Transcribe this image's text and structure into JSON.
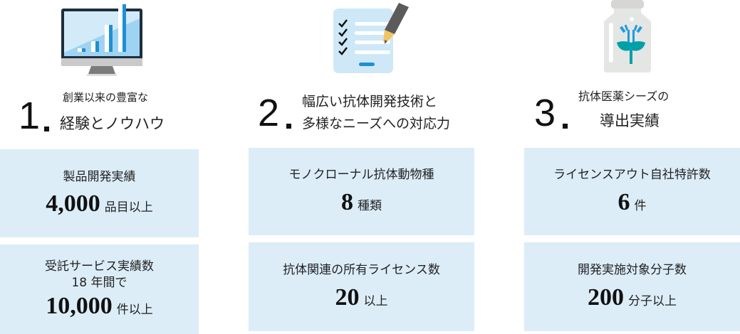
{
  "columns": [
    {
      "number": "1",
      "heading_line1": "創業以来の豊富な",
      "heading_line2": "経験とノウハウ",
      "icon": "monitor-chart-icon",
      "stats": [
        {
          "label": "製品開発実績",
          "value": "4,000",
          "unit": "品目以上"
        },
        {
          "label": "受託サービス実績数",
          "sublabel": "18 年間で",
          "value": "10,000",
          "unit": "件以上"
        }
      ]
    },
    {
      "number": "2",
      "heading_line1": "幅広い抗体開発技術と",
      "heading_line2": "多様なニーズへの対応力",
      "icon": "checklist-pencil-icon",
      "stats": [
        {
          "label": "モノクローナル抗体動物種",
          "value": "8",
          "unit": "種類"
        },
        {
          "label": "抗体関連の所有ライセンス数",
          "value": "20",
          "unit": "以上"
        }
      ]
    },
    {
      "number": "3",
      "heading_line1": "抗体医薬シーズの",
      "heading_line2": "導出実績",
      "icon": "antibody-bottle-icon",
      "stats": [
        {
          "label": "ライセンスアウト自社特許数",
          "value": "6",
          "unit": "件"
        },
        {
          "label": "開発実施対象分子数",
          "value": "200",
          "unit": "分子以上"
        }
      ]
    }
  ],
  "colors": {
    "box": "#dcedf8",
    "accent": "#1e8fd5",
    "teal": "#00a0a8"
  }
}
